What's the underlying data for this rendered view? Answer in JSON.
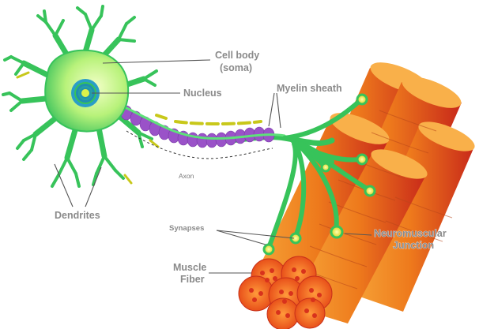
{
  "labels": {
    "cell_body_1": "Cell body",
    "cell_body_2": "(soma)",
    "nucleus": "Nucleus",
    "myelin_sheath": "Myelin sheath",
    "axon": "Axon",
    "dendrites": "Dendrites",
    "synapses": "Synapses",
    "neuromuscular_1": "Neuromuscular",
    "neuromuscular_2": "Junction",
    "muscle_1": "Muscle",
    "muscle_2": "Fiber"
  },
  "colors": {
    "neuron_green": "#37c35a",
    "soma_light": "#e8ffb0",
    "nucleus_blue": "#1f8fb0",
    "myelin_purple": "#9a52c8",
    "muscle_orange": "#f08a1e",
    "muscle_red": "#d8321c",
    "label_gray": "#8a8a8a"
  }
}
